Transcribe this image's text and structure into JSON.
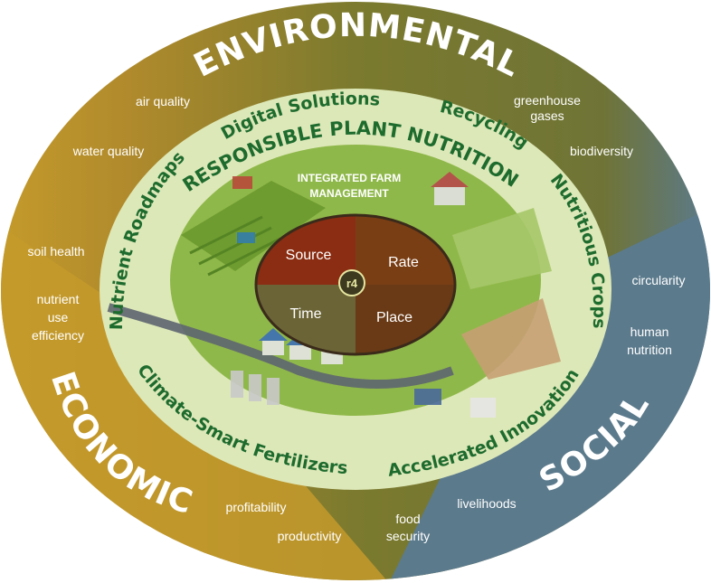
{
  "pillars": {
    "environmental": "ENVIRONMENTAL",
    "economic": "ECONOMIC",
    "social": "SOCIAL"
  },
  "outer_labels": {
    "air_quality": "air quality",
    "greenhouse": [
      "greenhouse",
      "gases"
    ],
    "water_quality": "water quality",
    "biodiversity": "biodiversity",
    "soil_health": "soil health",
    "nutrient_use_efficiency": [
      "nutrient",
      "use",
      "efficiency"
    ],
    "circularity": "circularity",
    "human_nutrition": [
      "human",
      "nutrition"
    ],
    "profitability": "profitability",
    "productivity": "productivity",
    "food_security": [
      "food",
      "security"
    ],
    "livelihoods": "livelihoods"
  },
  "ring": {
    "title": "RESPONSIBLE PLANT NUTRITION",
    "digital_solutions": "Digital Solutions",
    "recycling": "Recycling",
    "nutrient_roadmaps": "Nutrient Roadmaps",
    "nutritious_crops": "Nutritious Crops",
    "climate_smart_fertilizers": "Climate-Smart Fertilizers",
    "accelerated_innovation": "Accelerated Innovation"
  },
  "center": {
    "ifm": [
      "INTEGRATED FARM",
      "MANAGEMENT"
    ],
    "logo": "r4",
    "source": "Source",
    "rate": "Rate",
    "time": "Time",
    "place": "Place"
  },
  "colors": {
    "environmental": "#7b7a2e",
    "economic": "#c49a2b",
    "social": "#5b7a8c",
    "ring": "#dde8b8",
    "center": "#8fb84a",
    "source": "#8a2d12",
    "rate": "#7a3e14",
    "time": "#6b6436",
    "place": "#6a3a16"
  }
}
